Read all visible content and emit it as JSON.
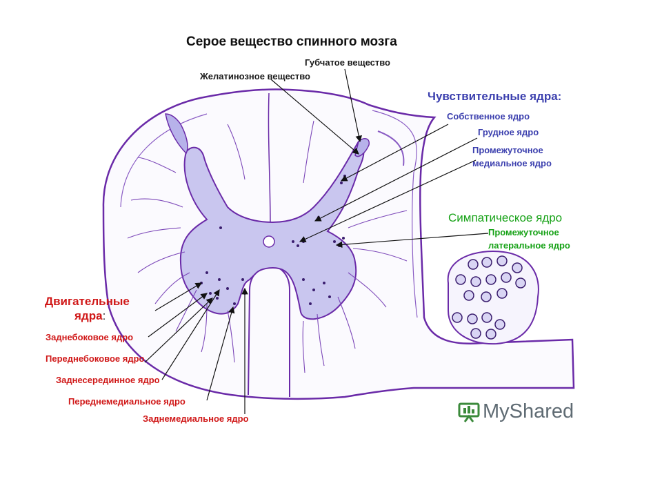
{
  "title": "Серое вещество спинного мозга",
  "labels": {
    "spongy": "Губчатое вещество",
    "gelatinous": "Желатинозное вещество"
  },
  "sensory": {
    "heading": "Чувствительные ядра:",
    "items": [
      "Собственное ядро",
      "Грудное ядро",
      "Промежуточное",
      "медиальное ядро"
    ]
  },
  "sympathetic": {
    "heading": "Симпатическое  ядро",
    "lines": [
      "Промежуточное",
      "латеральное ядро"
    ]
  },
  "motor": {
    "heading_line1": "Двигательные",
    "heading_line2": "ядра",
    "heading_colon": ":",
    "items": [
      "Заднебоковое ядро",
      "Переднебоковое ядро",
      "Заднесерединное ядро",
      "Переднемедиальное ядро",
      "Заднемедиальное ядро"
    ]
  },
  "watermark": {
    "brand": "MyShared"
  },
  "colors": {
    "sensory": "#3b3fae",
    "sympathetic": "#17a217",
    "motor": "#d01818",
    "tissue_outline": "#6a2aa8",
    "grey_matter": "#c9c6ef"
  }
}
